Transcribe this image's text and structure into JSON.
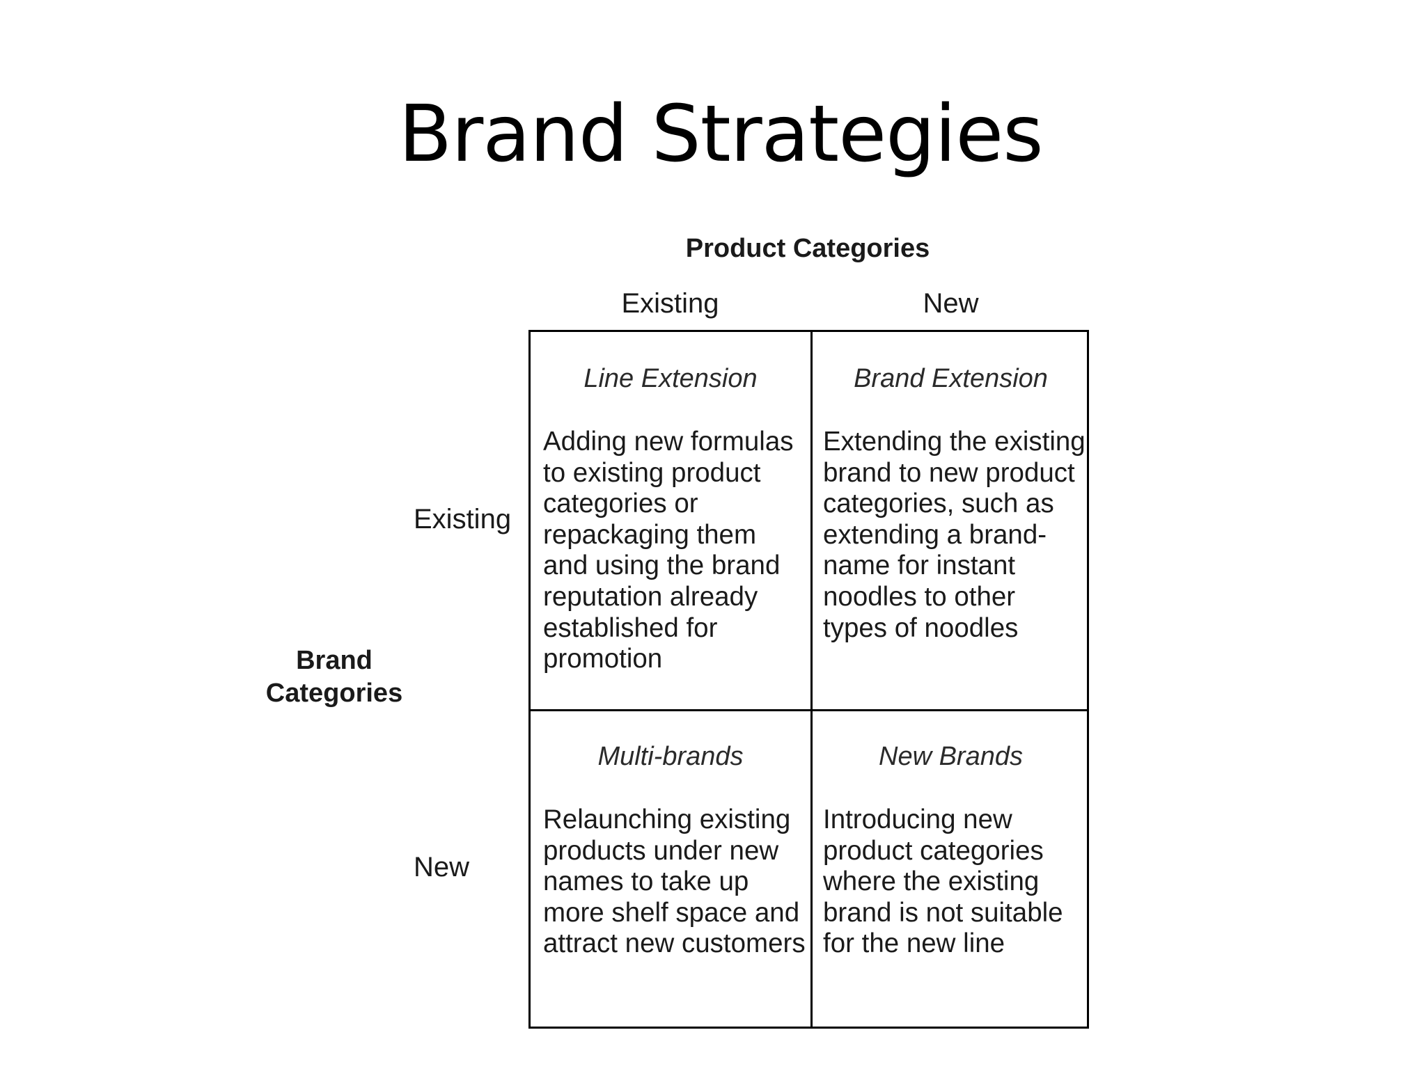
{
  "slide": {
    "title": "Brand Strategies"
  },
  "matrix": {
    "column_axis_title": "Product Categories",
    "row_axis_title_line1": "Brand",
    "row_axis_title_line2": "Categories",
    "columns": [
      "Existing",
      "New"
    ],
    "rows": [
      "Existing",
      "New"
    ],
    "cells": [
      {
        "title": "Line Extension",
        "description": "Adding new formulas to existing product categories or repackaging them and using the brand reputation already established for promotion"
      },
      {
        "title": "Brand Extension",
        "description": "Extending the existing brand to new product categories, such as extending a brand-name for instant noodles to other types of noodles"
      },
      {
        "title": "Multi-brands",
        "description": "Relaunching existing products under new names to take up more shelf space and attract new customers"
      },
      {
        "title": "New Brands",
        "description": "Introducing new product categories where the existing brand is not suitable for the new line"
      }
    ]
  }
}
